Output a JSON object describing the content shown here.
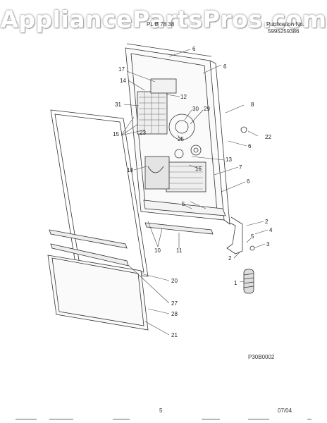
{
  "watermark": "AppliancePartsPros.com",
  "header": {
    "model_fragment": "PL B 78 38",
    "publication_label": "Publication No.",
    "publication_number": "5995259386"
  },
  "callouts": [
    "6",
    "6",
    "17",
    "14",
    "12",
    "31",
    "30",
    "29",
    "8",
    "22",
    "15",
    "23",
    "25",
    "6",
    "13",
    "18",
    "16",
    "7",
    "6",
    "2",
    "4",
    "5",
    "3",
    "2",
    "10",
    "11",
    "1",
    "20",
    "27",
    "28",
    "21",
    "5"
  ],
  "figure_code": "P30B0002",
  "footer": {
    "page_number": "5",
    "date": "07/04"
  }
}
